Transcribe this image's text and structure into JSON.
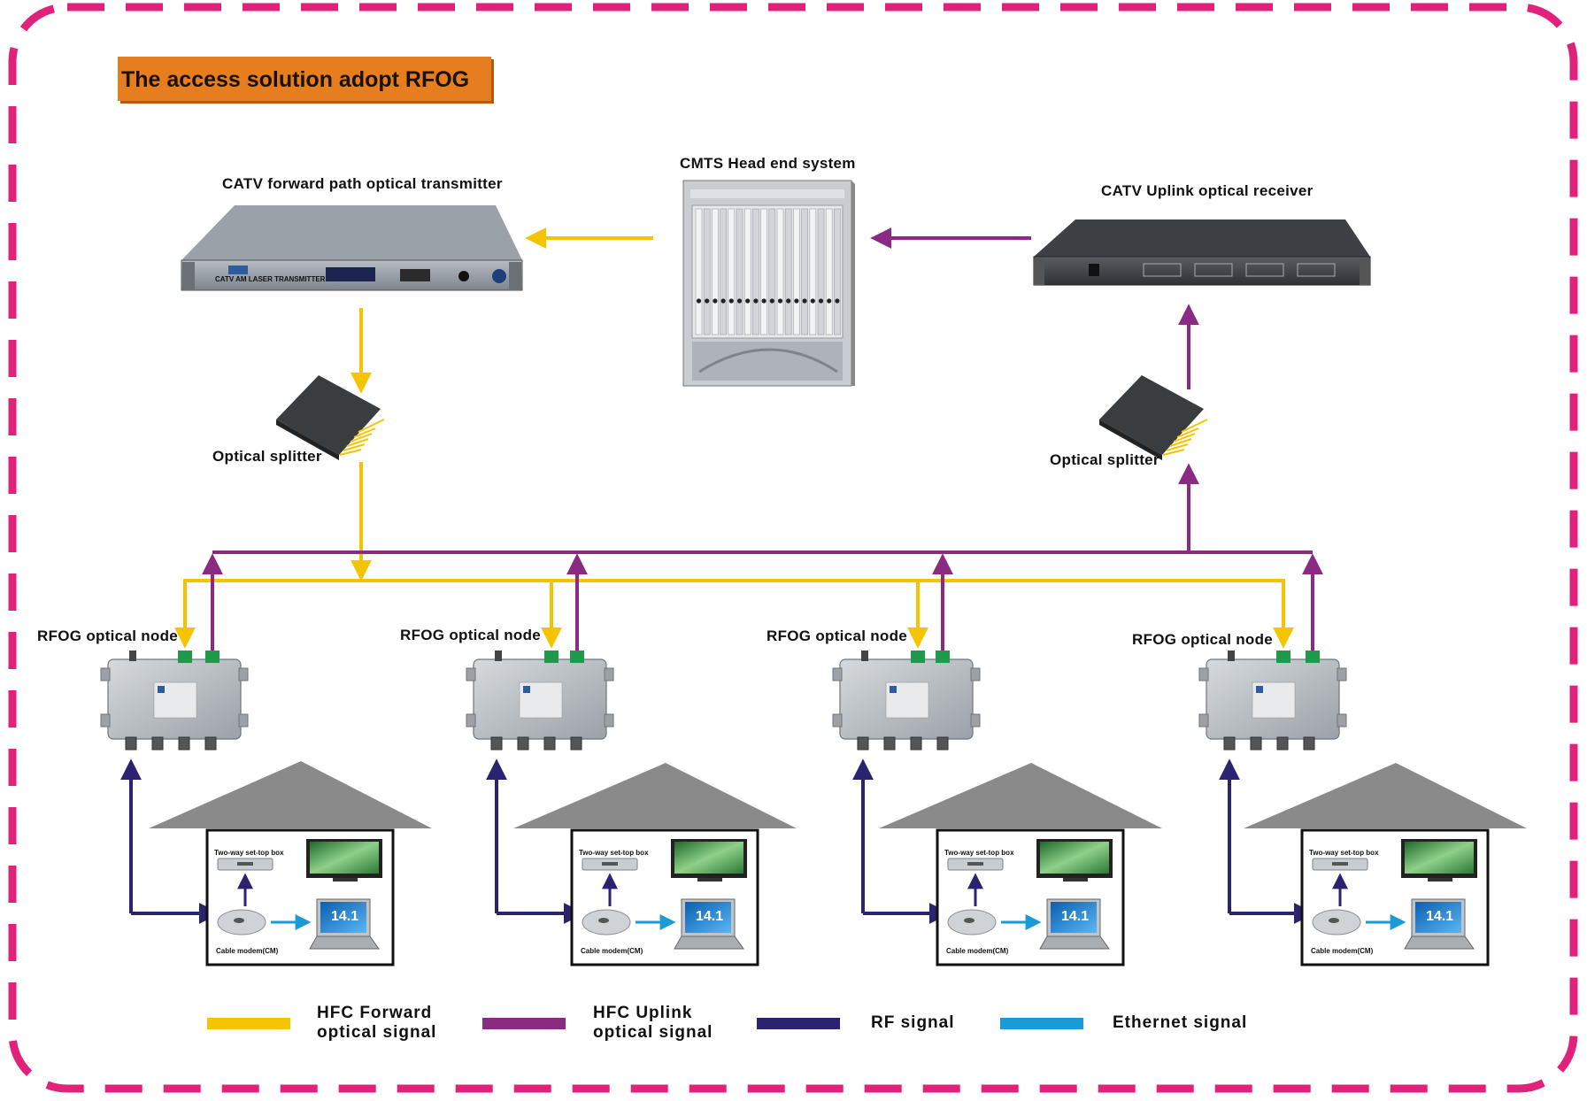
{
  "title": "The access solution adopt RFOG",
  "devices": {
    "transmitter": "CATV forward path optical transmitter",
    "cmts": "CMTS Head end system",
    "receiver": "CATV Uplink optical receiver",
    "splitter_left": "Optical splitter",
    "splitter_right": "Optical splitter",
    "transmitter_panel": "CATV AM LASER TRANSMITTER"
  },
  "nodes": [
    {
      "label": "RFOG optical node"
    },
    {
      "label": "RFOG optical node"
    },
    {
      "label": "RFOG optical node"
    },
    {
      "label": "RFOG optical node"
    }
  ],
  "house": {
    "stb_label": "Two-way set-top box",
    "modem_label": "Cable modem(CM)",
    "laptop_text": "14.1"
  },
  "legend": [
    {
      "line1": "HFC  Forward",
      "line2": "optical signal",
      "color": "#f5c400"
    },
    {
      "line1": "HFC  Uplink",
      "line2": "optical signal",
      "color": "#8b2a82"
    },
    {
      "line1": "RF  signal",
      "line2": "",
      "color": "#2b2270"
    },
    {
      "line1": "Ethernet signal",
      "line2": "",
      "color": "#1a9ad6"
    }
  ],
  "colors": {
    "forward": "#f5c400",
    "uplink": "#8b2a82",
    "rf": "#2b2270",
    "ethernet": "#1a9ad6",
    "border": "#e0227a",
    "title_bg": "#e67d1e"
  }
}
